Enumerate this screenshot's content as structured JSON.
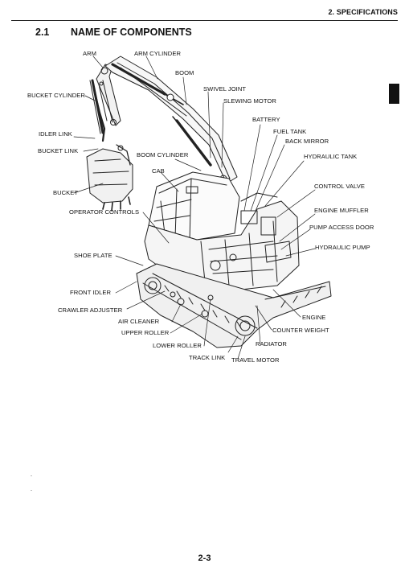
{
  "header": {
    "chapter_title": "2. SPECIFICATIONS"
  },
  "section": {
    "number": "2.1",
    "title": "NAME OF COMPONENTS"
  },
  "labels": {
    "arm": "ARM",
    "arm_cylinder": "ARM CYLINDER",
    "boom": "BOOM",
    "bucket_cylinder": "BUCKET CYLINDER",
    "swivel_joint": "SWIVEL JOINT",
    "slewing_motor": "SLEWING MOTOR",
    "battery": "BATTERY",
    "idler_link": "IDLER LINK",
    "fuel_tank": "FUEL TANK",
    "back_mirror": "BACK MIRROR",
    "bucket_link": "BUCKET LINK",
    "boom_cylinder": "BOOM CYLINDER",
    "hydraulic_tank": "HYDRAULIC TANK",
    "cab": "CAB",
    "control_valve": "CONTROL VALVE",
    "bucket": "BUCKET",
    "operator_controls": "OPERATOR CONTROLS",
    "engine_muffler": "ENGINE MUFFLER",
    "pump_access_door": "PUMP ACCESS DOOR",
    "shoe_plate": "SHOE PLATE",
    "hydraulic_pump": "HYDRAULIC PUMP",
    "front_idler": "FRONT IDLER",
    "crawler_adjuster": "CRAWLER ADJUSTER",
    "air_cleaner": "AIR CLEANER",
    "engine": "ENGINE",
    "upper_roller": "UPPER ROLLER",
    "counter_weight": "COUNTER WEIGHT",
    "lower_roller": "LOWER ROLLER",
    "radiator": "RADIATOR",
    "track_link": "TRACK LINK",
    "travel_motor": "TRAVEL MOTOR"
  },
  "footer": {
    "page_number": "2-3"
  }
}
